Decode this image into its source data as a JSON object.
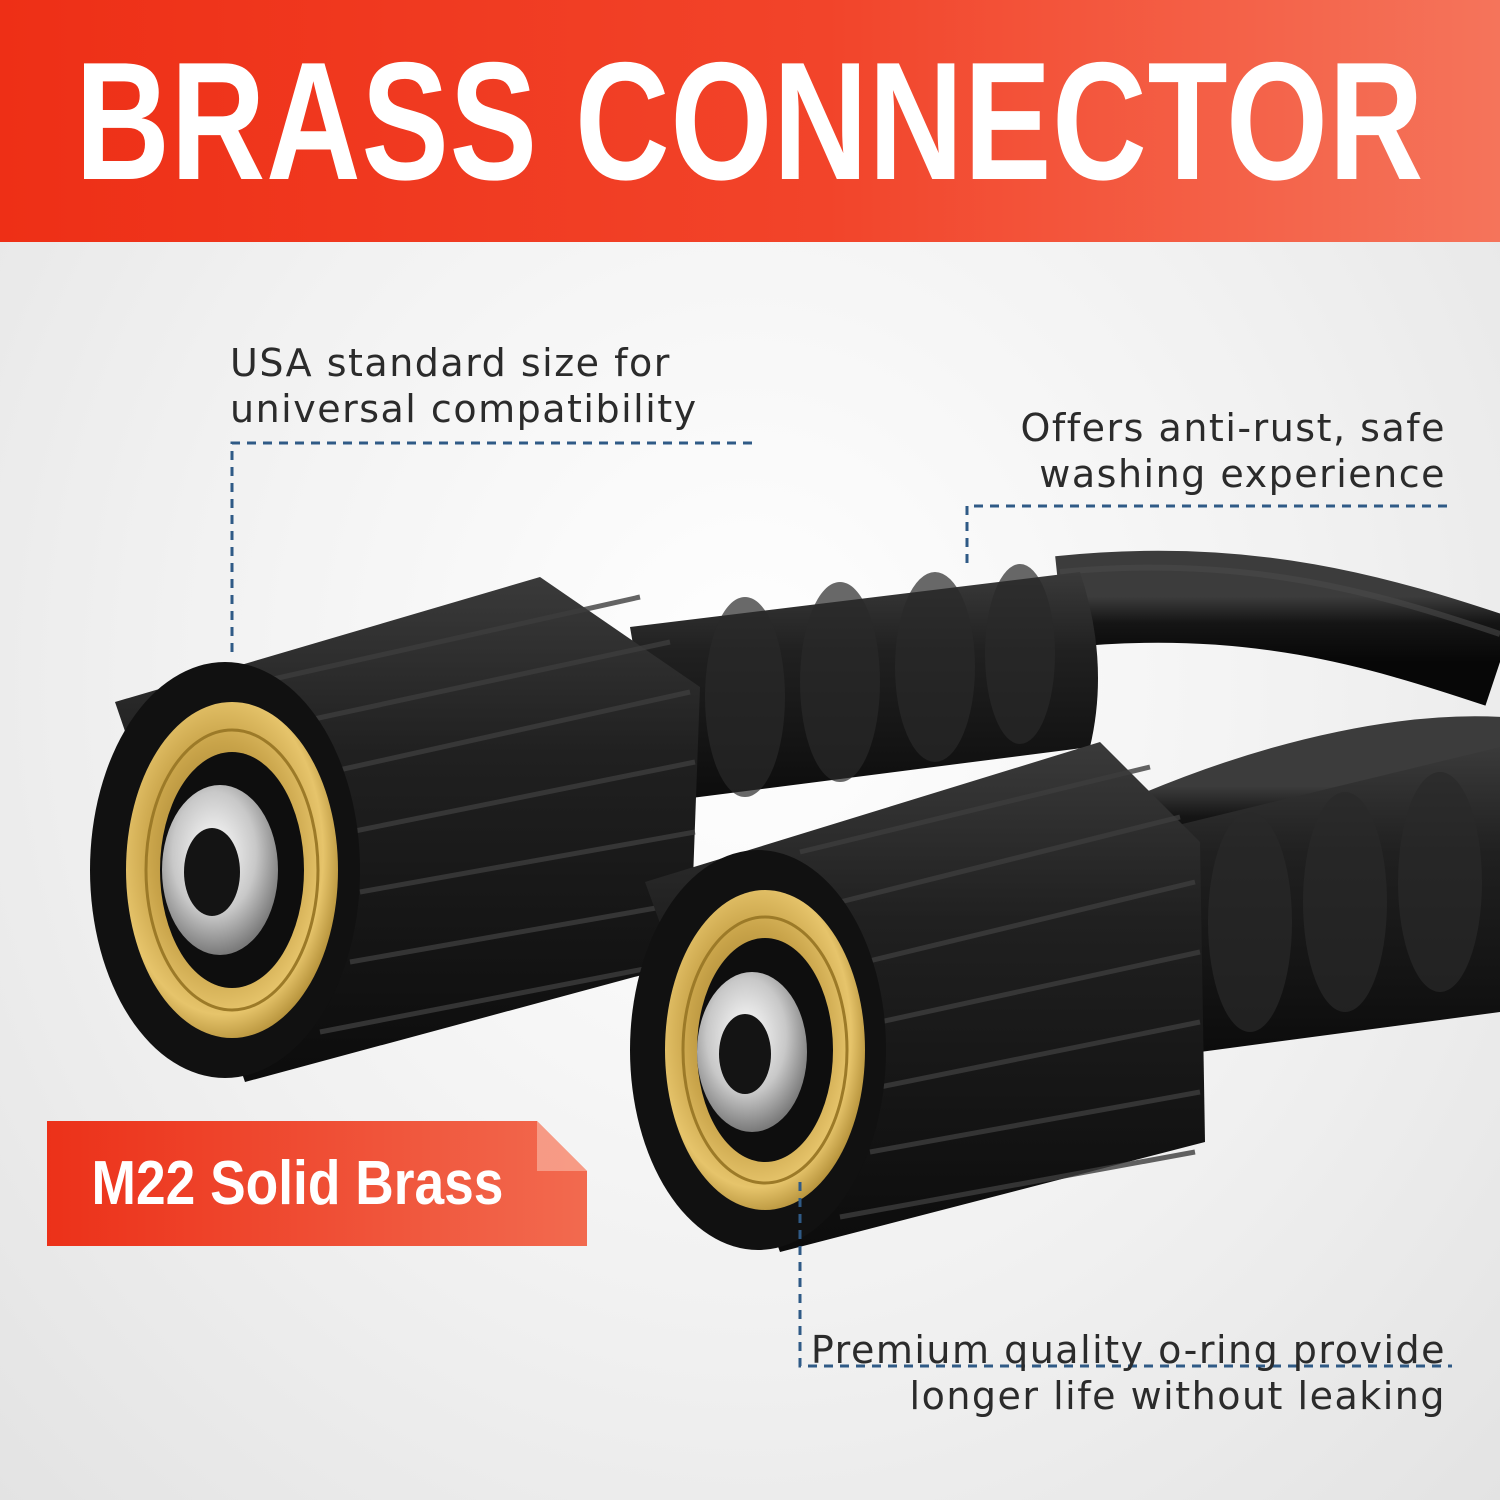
{
  "title": "BRASS CONNECTOR",
  "badge": "M22 Solid Brass",
  "callouts": {
    "top_left": [
      "USA standard size for",
      "universal compatibility"
    ],
    "top_right": [
      "Offers anti-rust, safe",
      "washing experience"
    ],
    "bottom_right": [
      "Premium quality o-ring provide",
      "longer life without leaking"
    ]
  },
  "colors": {
    "banner": "#ee2f16",
    "badge": "#ef3d22",
    "leader_line": "#2f5a86",
    "text": "#2b2b2b"
  },
  "image": {
    "subject": "two pressure washer hose fittings with black plastic collars and brass threaded inserts"
  }
}
